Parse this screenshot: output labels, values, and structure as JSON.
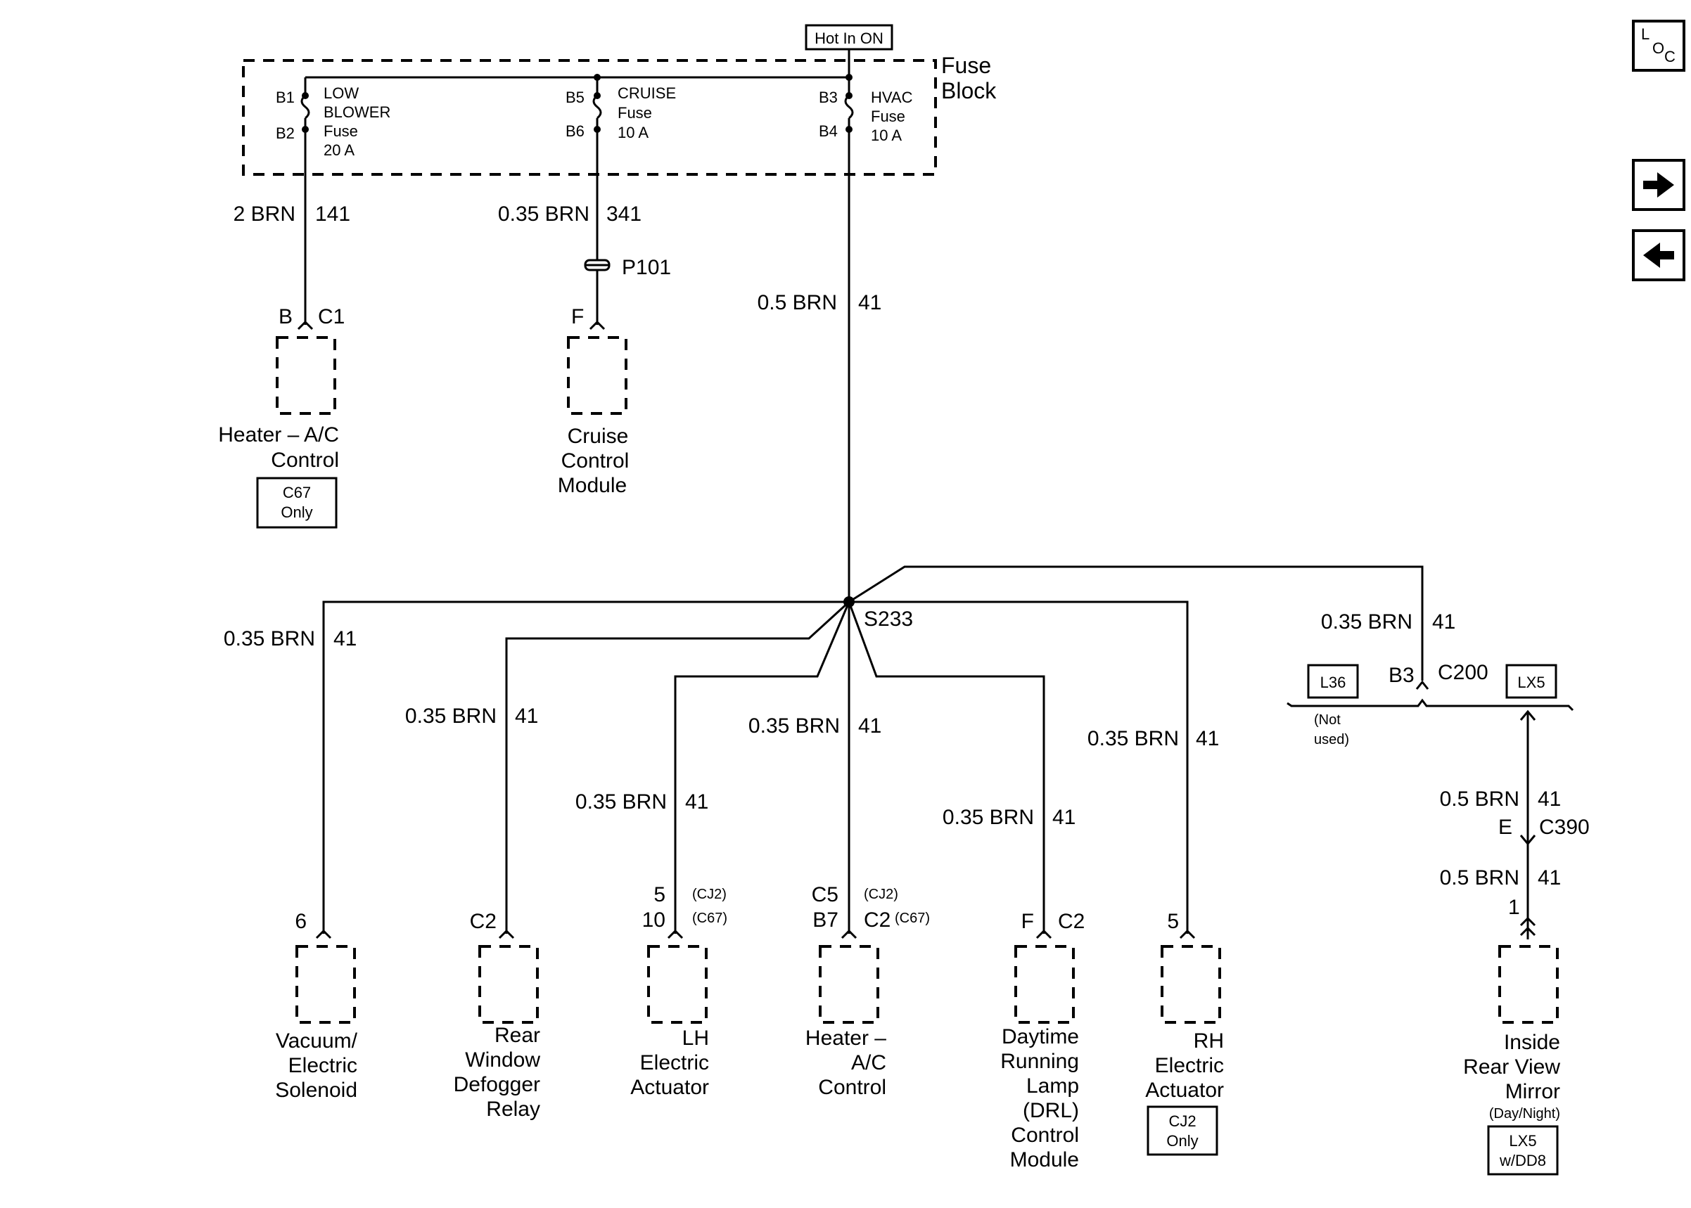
{
  "source": {
    "hot_in_on": "Hot In ON"
  },
  "fuse_block": {
    "label_line1": "Fuse",
    "label_line2": "Block",
    "fuses": [
      {
        "top_pin": "B1",
        "bottom_pin": "B2",
        "name_lines": [
          "LOW",
          "BLOWER",
          "Fuse",
          "20 A"
        ]
      },
      {
        "top_pin": "B5",
        "bottom_pin": "B6",
        "name_lines": [
          "CRUISE",
          "Fuse",
          "10 A"
        ]
      },
      {
        "top_pin": "B3",
        "bottom_pin": "B4",
        "name_lines": [
          "HVAC",
          "Fuse",
          "10 A"
        ]
      }
    ]
  },
  "wires": {
    "low_blower": {
      "gauge": "2 BRN",
      "circuit": "141"
    },
    "cruise": {
      "gauge": "0.35 BRN",
      "circuit": "341"
    },
    "hvac_main": {
      "gauge": "0.5 BRN",
      "circuit": "41"
    },
    "vacuum": {
      "gauge": "0.35 BRN",
      "circuit": "41"
    },
    "defogger": {
      "gauge": "0.35 BRN",
      "circuit": "41"
    },
    "lh": {
      "gauge": "0.35 BRN",
      "circuit": "41"
    },
    "heater": {
      "gauge": "0.35 BRN",
      "circuit": "41"
    },
    "drl": {
      "gauge": "0.35 BRN",
      "circuit": "41"
    },
    "rh": {
      "gauge": "0.35 BRN",
      "circuit": "41"
    },
    "c200_feed": {
      "gauge": "0.35 BRN",
      "circuit": "41"
    },
    "mirror_upper": {
      "gauge": "0.5 BRN",
      "circuit": "41"
    },
    "mirror_lower": {
      "gauge": "0.5 BRN",
      "circuit": "41"
    }
  },
  "connectors": {
    "p101": "P101",
    "splice": "S233",
    "heater_top": {
      "pin": "B",
      "name": "C1"
    },
    "cruise_pin": "F",
    "c200": {
      "pin": "B3",
      "name": "C200",
      "left_option": "L36",
      "right_option": "LX5",
      "not_used_line1": "(Not",
      "not_used_line2": "used)"
    },
    "c390": {
      "pin": "E",
      "name": "C390"
    },
    "mirror_pin": "1",
    "vacuum_pin": "6",
    "defogger_pin": "C2",
    "lh_pin_a": "5",
    "lh_pin_b": "10",
    "lh_opt_a": "(CJ2)",
    "lh_opt_b": "(C67)",
    "heater_pin_a": "C5",
    "heater_pin_b": "B7",
    "heater_conn_b": "C2",
    "heater_opt_a": "(CJ2)",
    "heater_opt_b": "(C67)",
    "drl_pin": "F",
    "drl_conn": "C2",
    "rh_pin": "5"
  },
  "components": {
    "heater_top": {
      "lines": [
        "Heater – A/C",
        "Control"
      ],
      "option_lines": [
        "C67",
        "Only"
      ]
    },
    "cruise": {
      "lines": [
        "Cruise",
        "Control",
        "Module"
      ]
    },
    "vacuum": {
      "lines": [
        "Vacuum/",
        "Electric",
        "Solenoid"
      ]
    },
    "defogger": {
      "lines": [
        "Rear",
        "Window",
        "Defogger",
        "Relay"
      ]
    },
    "lh": {
      "lines": [
        "LH",
        "Electric",
        "Actuator"
      ]
    },
    "heater": {
      "lines": [
        "Heater –",
        "A/C",
        "Control"
      ]
    },
    "drl": {
      "lines": [
        "Daytime",
        "Running",
        "Lamp",
        "(DRL)",
        "Control",
        "Module"
      ]
    },
    "rh": {
      "lines": [
        "RH",
        "Electric",
        "Actuator"
      ],
      "option_lines": [
        "CJ2",
        "Only"
      ]
    },
    "mirror": {
      "lines": [
        "Inside",
        "Rear View",
        "Mirror"
      ],
      "subline": "(Day/Night)",
      "option_lines": [
        "LX5",
        "w/DD8"
      ]
    }
  },
  "nav": {
    "loc_l": "L",
    "loc_o": "O",
    "loc_c": "C",
    "next_icon": "arrow-right-icon",
    "back_icon": "arrow-left-icon"
  }
}
